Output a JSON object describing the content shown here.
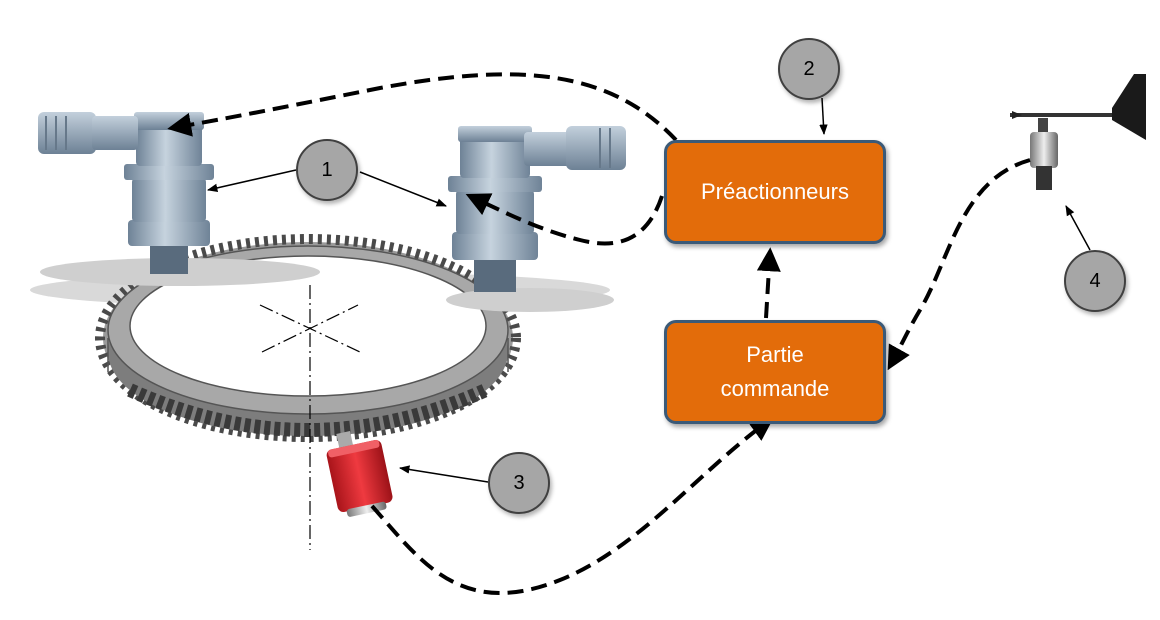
{
  "boxes": {
    "preactionneurs": "Préactionneurs",
    "partie_commande_line1": "Partie",
    "partie_commande_line2": "commande"
  },
  "badges": {
    "one": "1",
    "two": "2",
    "three": "3",
    "four": "4"
  },
  "colors": {
    "box_fill": "#e36c0a",
    "box_border": "#3b5a78",
    "badge_fill": "#a6a6a6",
    "motor_metal": "#8fa4b8",
    "encoder_red": "#d8232a"
  },
  "icons": [
    "gear-motor-icon",
    "gear-motor-icon",
    "slewing-ring-icon",
    "rotary-encoder-icon",
    "wind-vane-icon"
  ]
}
